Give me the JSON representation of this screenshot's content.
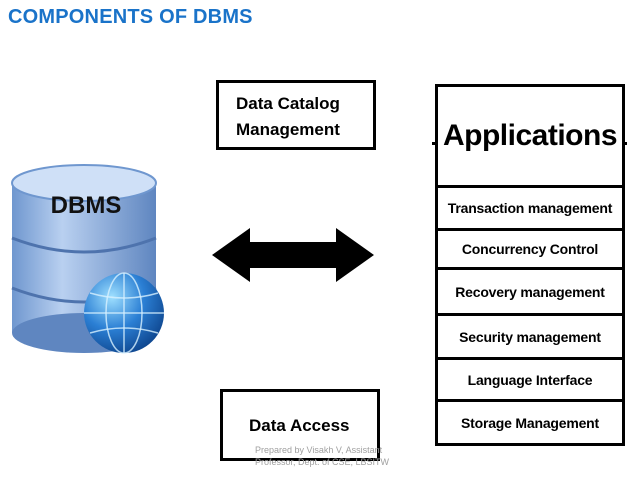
{
  "title": "COMPONENTS OF DBMS",
  "catalog": {
    "line1": "Data Catalog",
    "line2": "Management"
  },
  "data_access": {
    "label": "Data Access"
  },
  "db_icon": {
    "label": "DBMS",
    "icon": "database-globe-icon"
  },
  "arrow": {
    "icon": "double-headed-arrow-icon"
  },
  "applications": {
    "heading": "Applications",
    "items": [
      "Transaction management",
      "Concurrency Control",
      "Recovery management",
      "Security management",
      "Language Interface",
      "Storage Management"
    ]
  },
  "footer": {
    "line1": "Prepared by Visakh V, Assistant",
    "line2": "Professor, Dept. of CSE, LBSITW"
  },
  "colors": {
    "title": "#1a73c9",
    "db_body": "#8fb3e3",
    "globe": "#2b7fd4"
  }
}
